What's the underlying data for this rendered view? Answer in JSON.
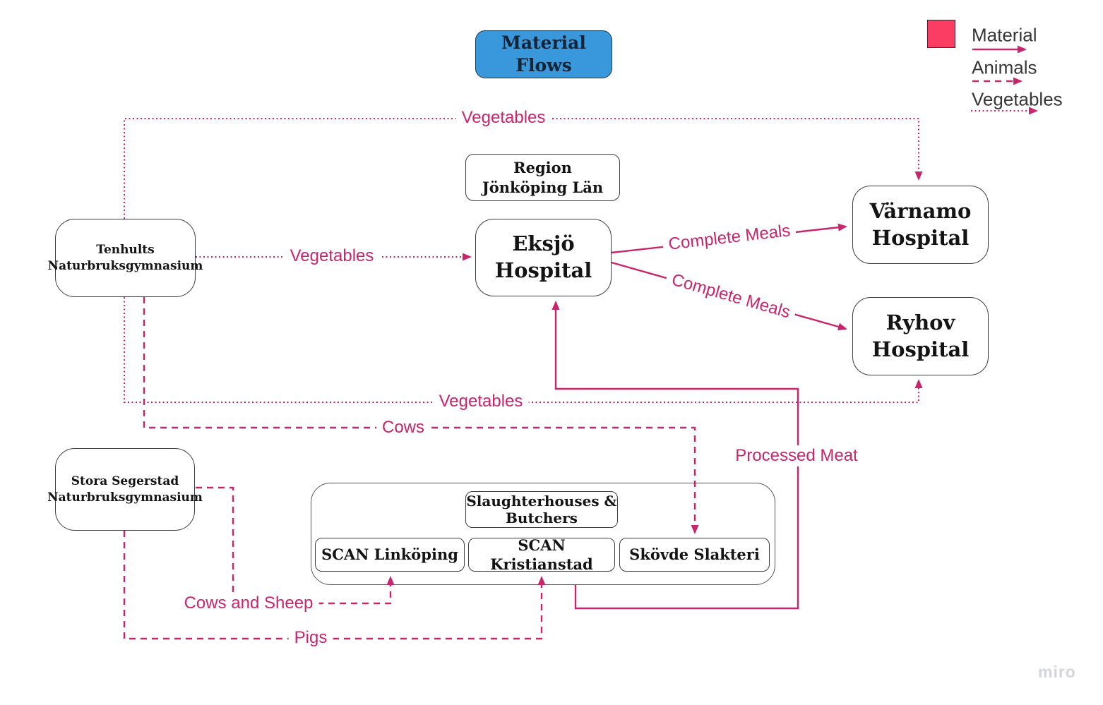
{
  "title": "Material Flows",
  "nodes": {
    "region": "Region\nJönköping Län",
    "tenhults": "Tenhults\nNaturbruksgymnasium",
    "eksjo": "Eksjö\nHospital",
    "varnamo": "Värnamo\nHospital",
    "ryhov": "Ryhov\nHospital",
    "stora_segerstad": "Stora Segerstad\nNaturbruksgymnasium",
    "slaughterhouses": "Slaughterhouses &\nButchers",
    "scan_linkoping": "SCAN Linköping",
    "scan_kristianstad": "SCAN Kristianstad",
    "skovde_slakteri": "Skövde Slakteri"
  },
  "edge_labels": {
    "vegetables_top": "Vegetables",
    "vegetables_mid": "Vegetables",
    "vegetables_bottom": "Vegetables",
    "cows": "Cows",
    "cows_and_sheep": "Cows and Sheep",
    "pigs": "Pigs",
    "processed_meat": "Processed Meat",
    "complete_meals_varnamo": "Complete Meals",
    "complete_meals_ryhov": "Complete Meals"
  },
  "legend": {
    "items": [
      {
        "label": "Material",
        "line_style": "solid"
      },
      {
        "label": "Animals",
        "line_style": "dashed"
      },
      {
        "label": "Vegetables",
        "line_style": "dotted"
      }
    ]
  },
  "watermark": "miro",
  "colors": {
    "flow_pink": "#C9256D",
    "legend_swatch": "#FB3D64",
    "title_blue": "#3998DC"
  }
}
